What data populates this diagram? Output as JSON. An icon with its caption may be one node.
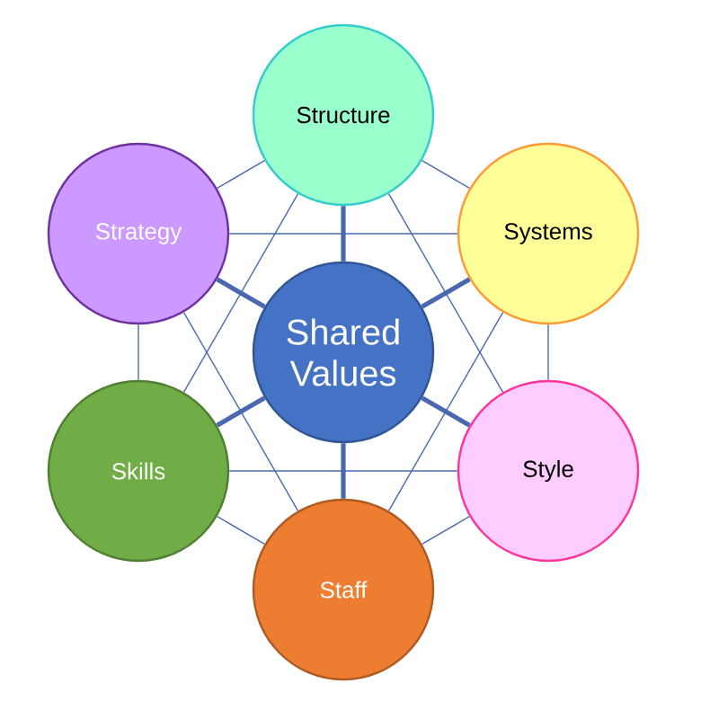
{
  "diagram": {
    "nodes": [
      {
        "text": [
          "Structure"
        ]
      },
      {
        "text": [
          "Strategy"
        ]
      },
      {
        "text": [
          "Systems"
        ]
      },
      {
        "text": [
          "Shared Values"
        ]
      },
      {
        "text": [
          "Skills"
        ]
      },
      {
        "text": [
          "Style"
        ]
      },
      {
        "text": [
          "Staff"
        ]
      }
    ],
    "edges": [
      {
        "from": 3,
        "to": 0,
        "arrow": "none",
        "style": "thick"
      },
      {
        "from": 3,
        "to": 1,
        "arrow": "none",
        "style": "thick"
      },
      {
        "from": 3,
        "to": 2,
        "arrow": "none",
        "style": "thick"
      },
      {
        "from": 3,
        "to": 4,
        "arrow": "none",
        "style": "thick"
      },
      {
        "from": 3,
        "to": 5,
        "arrow": "none",
        "style": "thick"
      },
      {
        "from": 3,
        "to": 6,
        "arrow": "none",
        "style": "thick"
      },
      {
        "from": 0,
        "to": 2,
        "arrow": "none"
      },
      {
        "from": 2,
        "to": 5,
        "arrow": "none"
      },
      {
        "from": 5,
        "to": 6,
        "arrow": "none"
      },
      {
        "from": 6,
        "to": 4,
        "arrow": "none"
      },
      {
        "from": 4,
        "to": 1,
        "arrow": "none"
      },
      {
        "from": 1,
        "to": 0,
        "arrow": "none"
      },
      {
        "from": 1,
        "to": 2,
        "arrow": "none"
      },
      {
        "from": 4,
        "to": 5,
        "arrow": "none"
      },
      {
        "from": 0,
        "to": 4,
        "arrow": "none"
      },
      {
        "from": 0,
        "to": 5,
        "arrow": "none"
      },
      {
        "from": 1,
        "to": 6,
        "arrow": "none"
      },
      {
        "from": 2,
        "to": 6,
        "arrow": "none"
      }
    ]
  }
}
